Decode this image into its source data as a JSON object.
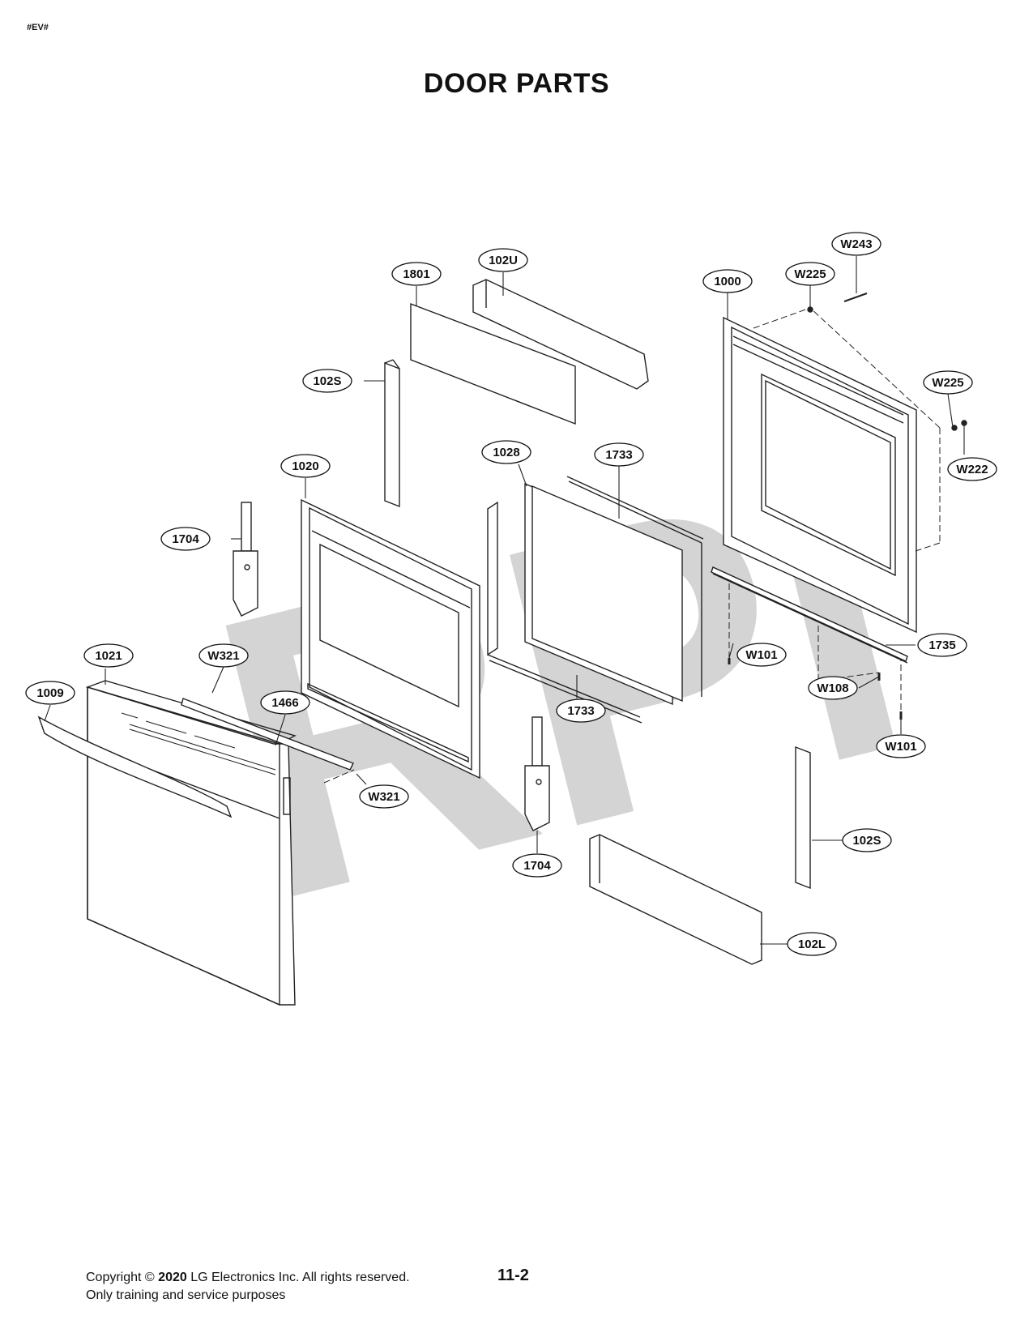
{
  "header": {
    "tag": "#EV#"
  },
  "title": "DOOR PARTS",
  "watermark": "RPI",
  "callouts": [
    {
      "id": "c-1801",
      "label": "1801"
    },
    {
      "id": "c-102U",
      "label": "102U"
    },
    {
      "id": "c-1000",
      "label": "1000"
    },
    {
      "id": "c-W225a",
      "label": "W225"
    },
    {
      "id": "c-W243",
      "label": "W243"
    },
    {
      "id": "c-102Sa",
      "label": "102S"
    },
    {
      "id": "c-W225b",
      "label": "W225"
    },
    {
      "id": "c-W222",
      "label": "W222"
    },
    {
      "id": "c-1020",
      "label": "1020"
    },
    {
      "id": "c-1028",
      "label": "1028"
    },
    {
      "id": "c-1733a",
      "label": "1733"
    },
    {
      "id": "c-1704a",
      "label": "1704"
    },
    {
      "id": "c-1021",
      "label": "1021"
    },
    {
      "id": "c-W321a",
      "label": "W321"
    },
    {
      "id": "c-1009",
      "label": "1009"
    },
    {
      "id": "c-1466",
      "label": "1466"
    },
    {
      "id": "c-W101a",
      "label": "W101"
    },
    {
      "id": "c-1735",
      "label": "1735"
    },
    {
      "id": "c-W108",
      "label": "W108"
    },
    {
      "id": "c-1733b",
      "label": "1733"
    },
    {
      "id": "c-W321b",
      "label": "W321"
    },
    {
      "id": "c-W101b",
      "label": "W101"
    },
    {
      "id": "c-1704b",
      "label": "1704"
    },
    {
      "id": "c-102Sb",
      "label": "102S"
    },
    {
      "id": "c-102L",
      "label": "102L"
    }
  ],
  "footer": {
    "copyright_prefix": "Copyright ©",
    "year": "2020",
    "copyright_suffix": "LG Electronics Inc. All rights reserved.",
    "note": "Only training and service purposes",
    "page_number": "11-2"
  }
}
